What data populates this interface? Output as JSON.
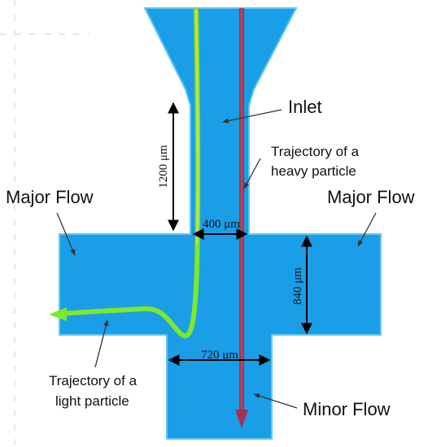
{
  "labels": {
    "inlet": "Inlet",
    "major_flow_left": "Major Flow",
    "major_flow_right": "Major Flow",
    "minor_flow": "Minor Flow",
    "heavy_line1": "Trajectory of a",
    "heavy_line2": "heavy particle",
    "light_line1": "Trajectory of a",
    "light_line2": "light particle"
  },
  "dimensions": {
    "inlet_length": "1200 μm",
    "inlet_width": "400 μm",
    "branch_height": "840 μm",
    "outlet_width": "720 μm"
  },
  "colors": {
    "fluid": "#1a9ee8",
    "heavy_trajectory": "#a3324a",
    "light_trajectory": "#7de82c",
    "light_trajectory_core": "#f2d53a",
    "dimension_arrow": "#000000"
  }
}
